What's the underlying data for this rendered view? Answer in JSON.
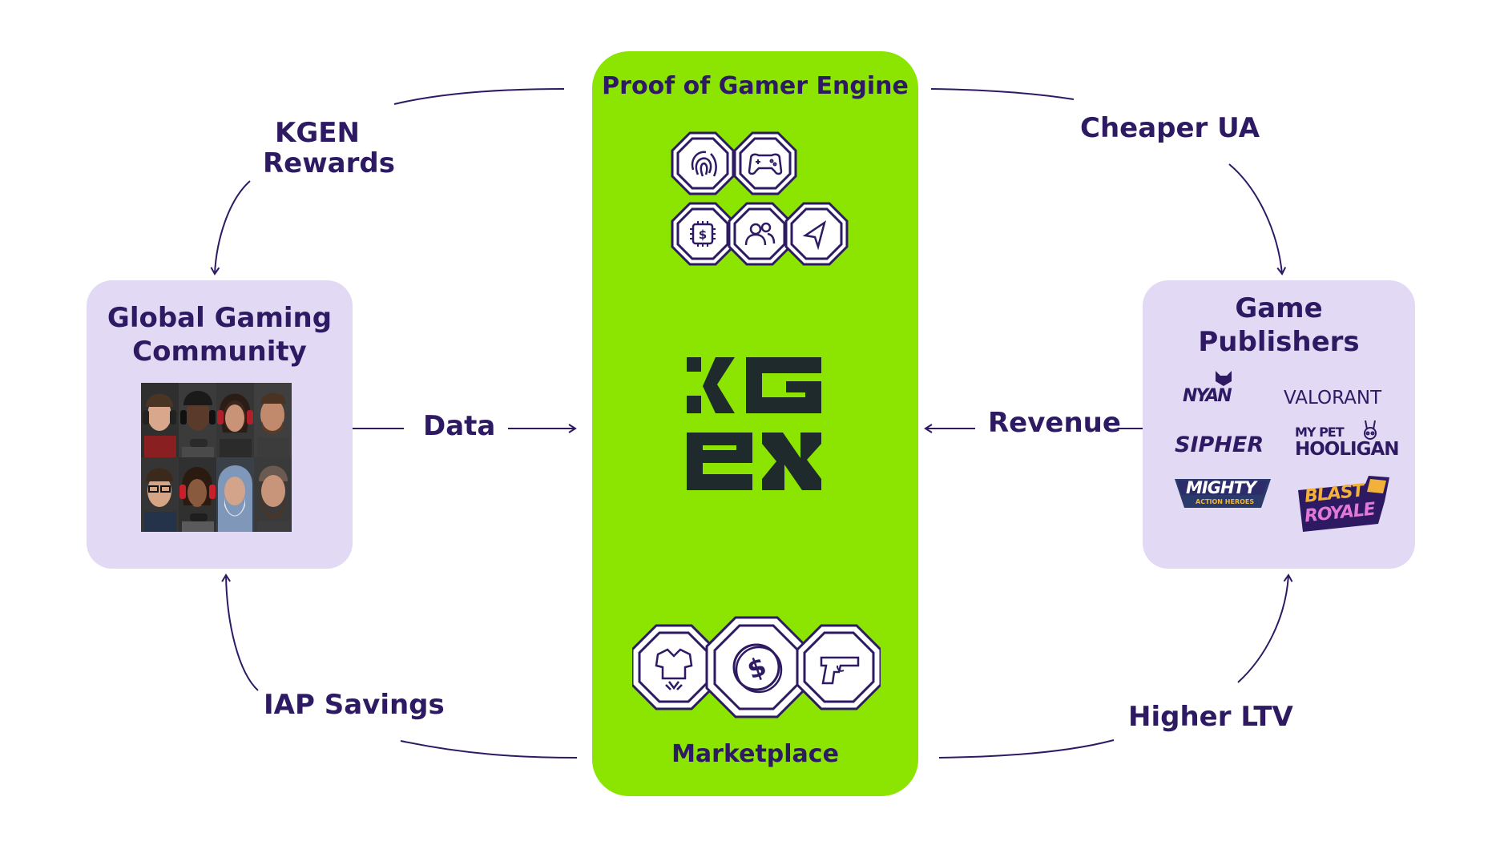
{
  "center": {
    "top_label": "Proof of Gamer Engine",
    "bottom_label": "Marketplace",
    "engine_icons": [
      "fingerprint-icon",
      "gamepad-icon",
      "chip-dollar-icon",
      "users-icon",
      "send-icon"
    ],
    "marketplace_icons": [
      "armor-icon",
      "coin-dollar-icon",
      "pistol-icon"
    ],
    "logo_text": "KGEN"
  },
  "left_box": {
    "title_line1": "Global Gaming",
    "title_line2": "Community"
  },
  "right_box": {
    "title_line1": "Game",
    "title_line2": "Publishers",
    "logos": {
      "nyan": "NYAN",
      "valorant": "VALORANT",
      "sipher": "SIPHER",
      "mypet_line1": "MY PET",
      "mypet_line2": "HOOLIGAN",
      "mighty": "MIGHTY",
      "mighty_sub": "ACTION HEROES",
      "blast_line1": "BLAST",
      "blast_line2": "ROYALE"
    }
  },
  "flows": {
    "kgen_rewards_line1": "KGEN",
    "kgen_rewards_line2": "Rewards",
    "cheaper_ua": "Cheaper UA",
    "data": "Data",
    "revenue": "Revenue",
    "iap_savings": "IAP Savings",
    "higher_ltv": "Higher LTV"
  },
  "colors": {
    "accent_green": "#8be500",
    "box_lavender": "#e2daf5",
    "text_purple": "#2d1a63",
    "logo_dark": "#1f2a2c"
  }
}
